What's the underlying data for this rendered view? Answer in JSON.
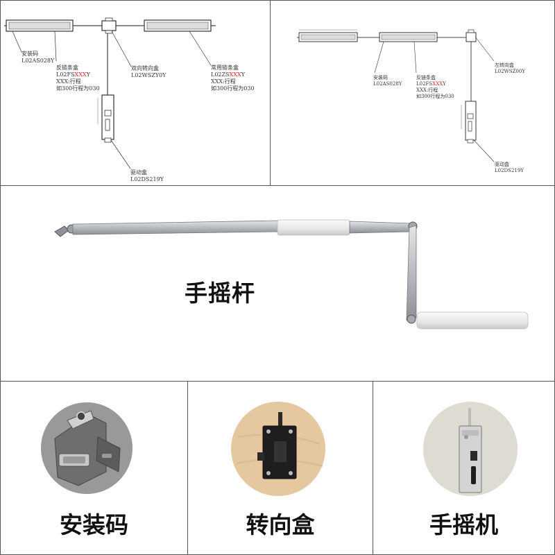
{
  "diagram_left": {
    "install_code": {
      "name": "安装码",
      "code": "L02AS028Y"
    },
    "reverse_chain_box": {
      "name": "反链条盒",
      "code_prefix": "L02FS",
      "code_var": "XXX",
      "code_suffix": "Y",
      "xxx_note": "XXX:行程",
      "example": "如300行程为030"
    },
    "dual_turn_box": {
      "name": "双向转向盒",
      "code": "L02WSZY0Y"
    },
    "normal_chain_box": {
      "name": "常用链条盒",
      "code_prefix": "L02ZS",
      "code_var": "XXX",
      "code_suffix": "Y",
      "xxx_note": "XXX:行程",
      "example": "如300行程为030"
    },
    "drive_box": {
      "name": "驱动盒",
      "code": "L02DS219Y"
    }
  },
  "diagram_right": {
    "install_code": {
      "name": "安装码",
      "code": "L02AS028Y"
    },
    "reverse_chain_box": {
      "name": "反链条盒",
      "code_prefix": "L02FS",
      "code_var": "XXX",
      "code_suffix": "Y",
      "xxx_note": "XXX:行程",
      "example": "如300行程为030"
    },
    "left_turn_box": {
      "name": "左转向盒",
      "code": "L02WSZ00Y"
    },
    "drive_box": {
      "name": "驱动盒",
      "code": "L02DS219Y"
    }
  },
  "crank_panel": {
    "title": "手摇杆"
  },
  "parts": [
    {
      "caption": "安装码"
    },
    {
      "caption": "转向盒"
    },
    {
      "caption": "手摇机"
    }
  ],
  "colors": {
    "accent_red": "#d62020",
    "border": "#555555",
    "metal": "#b9bdc1",
    "wood": "#e6c8a0"
  }
}
